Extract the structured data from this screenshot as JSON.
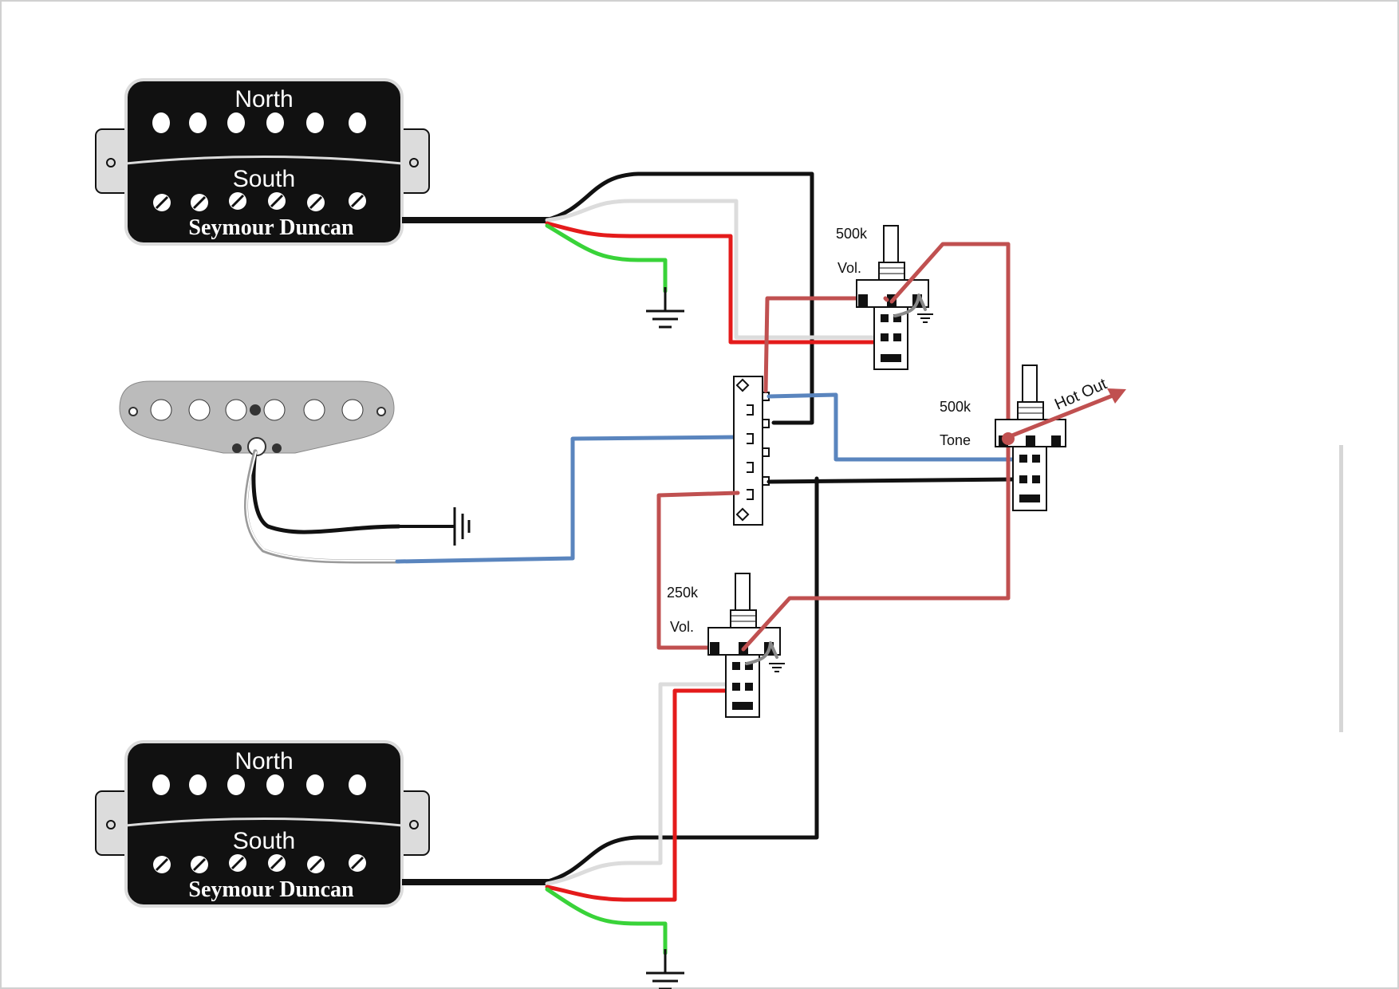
{
  "pickups": {
    "neck": {
      "north": "North",
      "south": "South",
      "brand": "Seymour Duncan"
    },
    "bridge": {
      "north": "North",
      "south": "South",
      "brand": "Seymour Duncan"
    }
  },
  "pots": {
    "neck_volume": {
      "value": "500k",
      "label": "Vol."
    },
    "tone": {
      "value": "500k",
      "label": "Tone"
    },
    "middle_volume": {
      "value": "250k",
      "label": "Vol."
    }
  },
  "output": {
    "label": "Hot Out"
  },
  "colors": {
    "black": "#111111",
    "white": "#dcdcdc",
    "red": "#e41b1b",
    "green": "#39d339",
    "blue": "#5a85be",
    "maroon": "#c05050"
  }
}
